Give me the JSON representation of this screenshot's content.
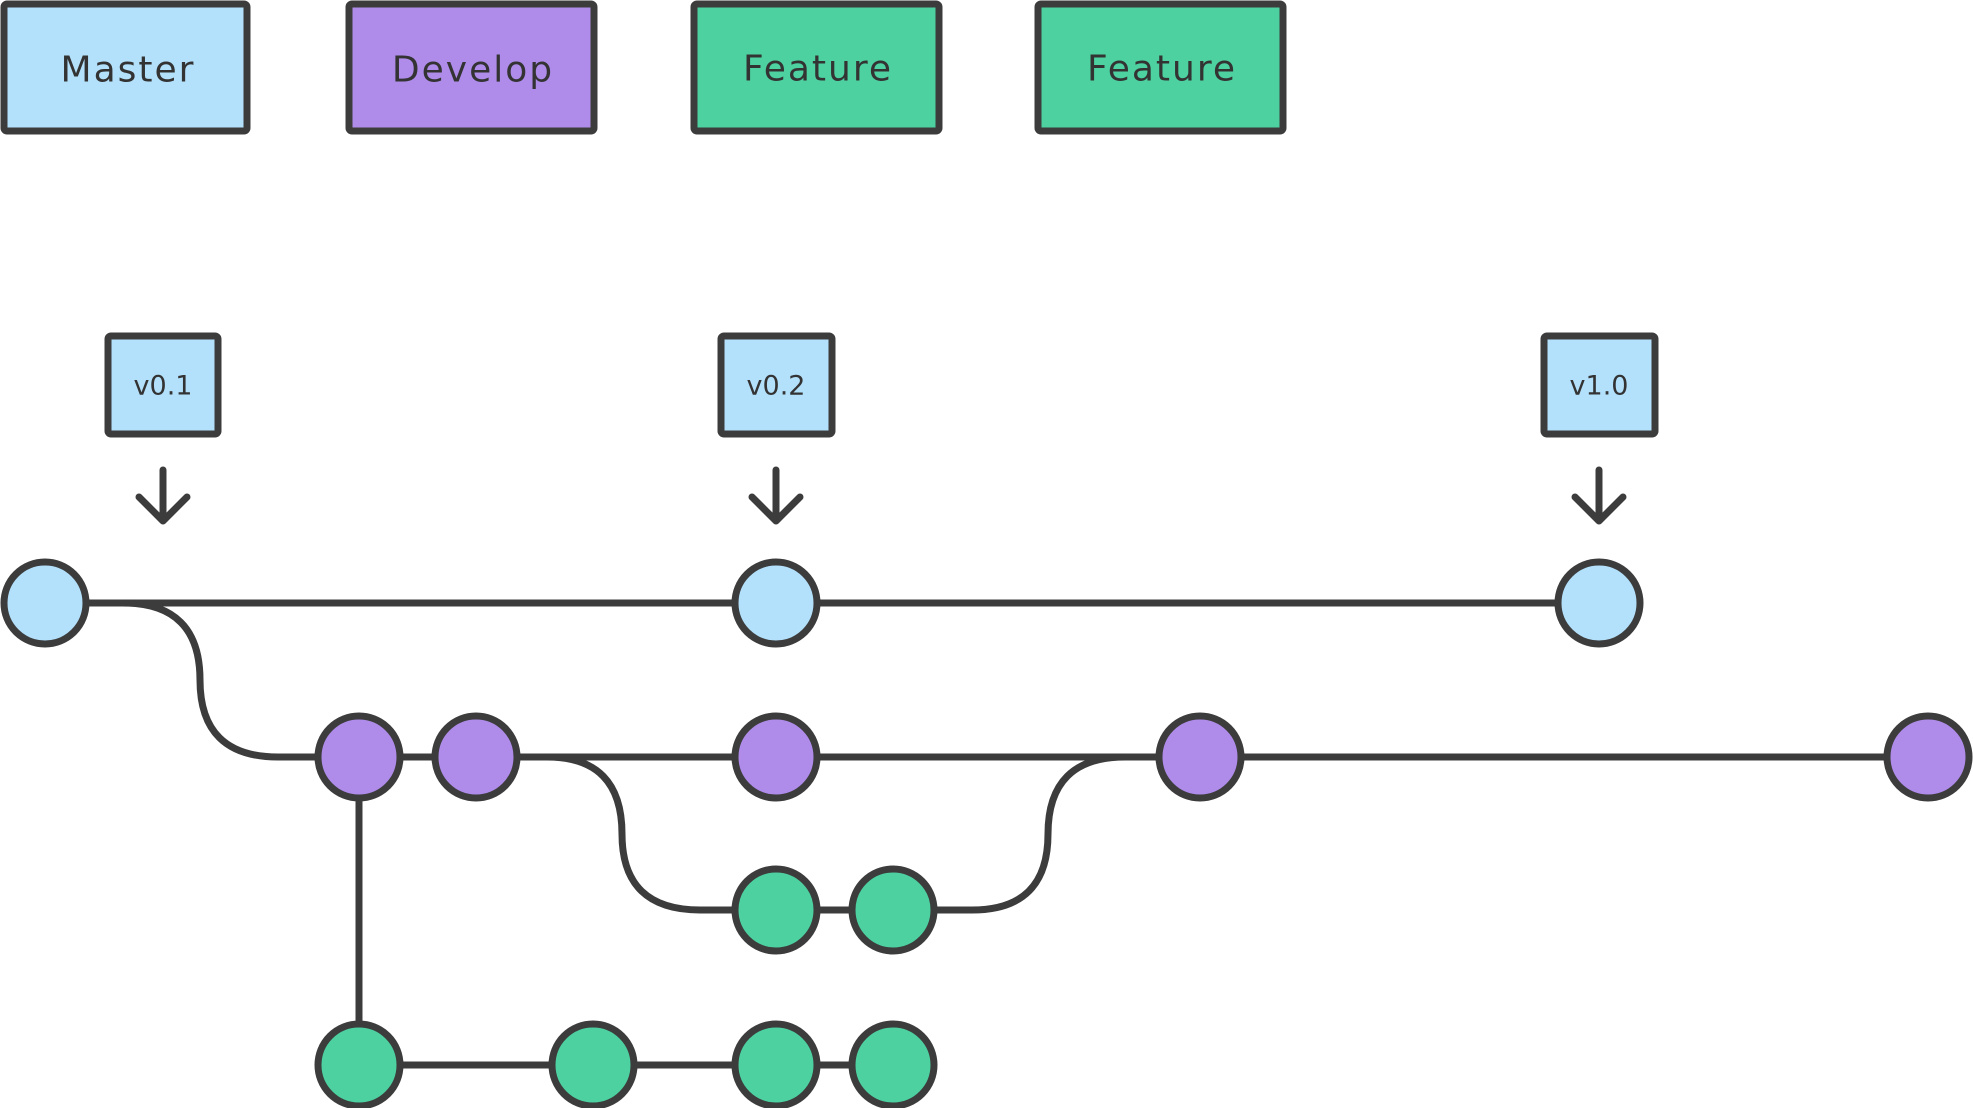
{
  "legend": [
    {
      "label": "Master",
      "color": "#b3e0fb"
    },
    {
      "label": "Develop",
      "color": "#af8bea"
    },
    {
      "label": "Feature",
      "color": "#4dd1a1"
    },
    {
      "label": "Feature",
      "color": "#4dd1a1"
    }
  ],
  "tags": [
    "v0.1",
    "v0.2",
    "v1.0"
  ],
  "colors": {
    "stroke": "#3c3c3c",
    "master": "#b3e0fb",
    "develop": "#af8bea",
    "feature": "#4dd1a1"
  },
  "icons": {
    "tag_arrow": "arrow-down-icon",
    "commit": "commit-circle-icon"
  }
}
